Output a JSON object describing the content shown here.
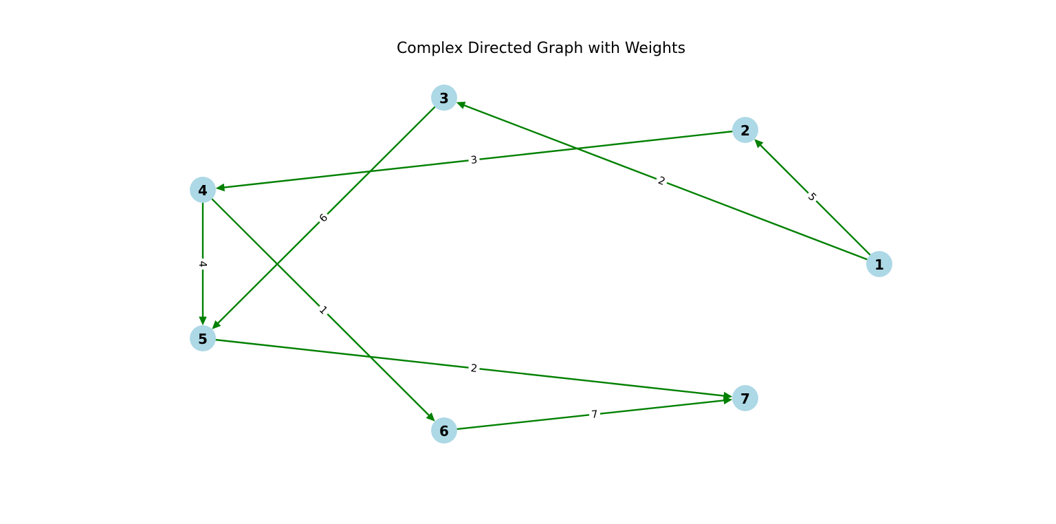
{
  "title": "Complex Directed Graph with Weights",
  "colors": {
    "node_fill": "#add8e6",
    "edge": "#008000",
    "label_bg": "#ffffff",
    "text": "#000000"
  },
  "nodes": [
    {
      "id": "1",
      "label": "1"
    },
    {
      "id": "2",
      "label": "2"
    },
    {
      "id": "3",
      "label": "3"
    },
    {
      "id": "4",
      "label": "4"
    },
    {
      "id": "5",
      "label": "5"
    },
    {
      "id": "6",
      "label": "6"
    },
    {
      "id": "7",
      "label": "7"
    }
  ],
  "edges": [
    {
      "from": "1",
      "to": "2",
      "weight": "5"
    },
    {
      "from": "1",
      "to": "3",
      "weight": "2"
    },
    {
      "from": "2",
      "to": "4",
      "weight": "3"
    },
    {
      "from": "3",
      "to": "5",
      "weight": "6"
    },
    {
      "from": "4",
      "to": "5",
      "weight": "4"
    },
    {
      "from": "4",
      "to": "6",
      "weight": "1"
    },
    {
      "from": "5",
      "to": "7",
      "weight": "2"
    },
    {
      "from": "6",
      "to": "7",
      "weight": "7"
    }
  ]
}
